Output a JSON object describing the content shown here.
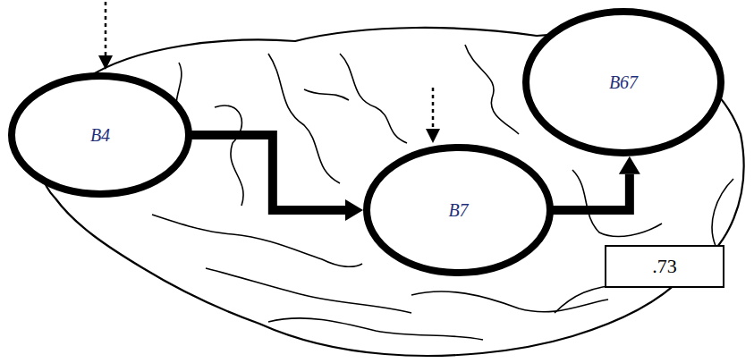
{
  "diagram": {
    "nodes": [
      {
        "text": [
          "B4"
        ]
      },
      {
        "text": [
          "B7"
        ]
      },
      {
        "text": [
          "B67"
        ]
      }
    ],
    "edges": [
      {
        "from": 0,
        "to": 1,
        "arrow": "to"
      },
      {
        "from": 1,
        "to": 2,
        "arrow": "to",
        "label": ".73"
      }
    ]
  }
}
